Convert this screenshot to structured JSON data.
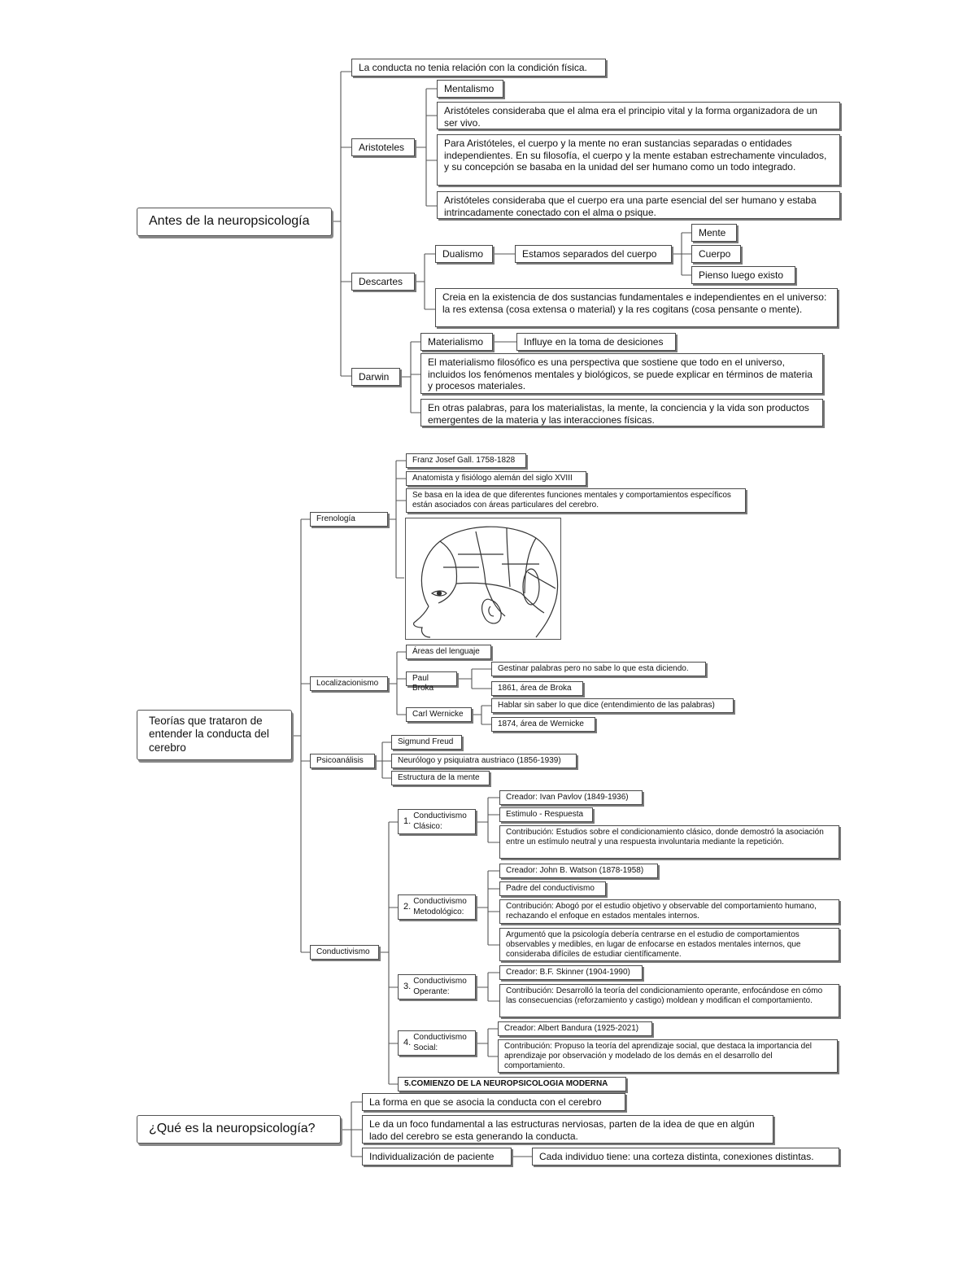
{
  "sections": {
    "antes": {
      "root": "Antes de la neuropsicología",
      "item1": "La conducta no tenia relación con la condición física.",
      "aristoteles": {
        "label": "Aristoteles",
        "mentalismo": "Mentalismo",
        "n1": "Aristóteles consideraba que el alma era el principio vital y la forma organizadora de un ser vivo.",
        "n2": "Para Aristóteles, el cuerpo y la mente no eran sustancias separadas o entidades independientes. En su filosofía, el cuerpo y la mente estaban estrechamente vinculados, y su concepción se basaba en la unidad del ser humano como un todo integrado.",
        "n3": "Aristóteles consideraba que el cuerpo era una parte esencial del ser humano y estaba intrincadamente conectado con el alma o psique."
      },
      "descartes": {
        "label": "Descartes",
        "dualismo": "Dualismo",
        "separados": "Estamos separados del cuerpo",
        "mente": "Mente",
        "cuerpo": "Cuerpo",
        "pienso": "Pienso luego existo",
        "n1": "Creia en la existencia de dos sustancias fundamentales e independientes en el universo: la res extensa (cosa extensa o material) y la res cogitans (cosa pensante o mente)."
      },
      "darwin": {
        "label": "Darwin",
        "materialismo": "Materialismo",
        "influye": "Influye en la toma de desiciones",
        "n1": "El materialismo filosófico es una perspectiva que sostiene que todo en el universo, incluidos los fenómenos mentales y biológicos, se puede explicar en términos de materia y procesos materiales.",
        "n2": "En otras palabras, para los materialistas, la mente, la conciencia y la vida son productos emergentes de la materia y las interacciones físicas."
      }
    },
    "teorias": {
      "root": "Teorías que trataron de entender la conducta del cerebro",
      "frenologia": {
        "label": "Frenología",
        "gall": "Franz Josef Gall. 1758-1828",
        "anatomista": "Anatomista y fisiólogo alemán del siglo XVIII",
        "idea": "Se basa en la idea de que diferentes funciones mentales y comportamientos específicos están asociados con áreas particulares del cerebro."
      },
      "localizacionismo": {
        "label": "Localizacionismo",
        "areas": "Áreas del lenguaje",
        "broka": "Paul Broka",
        "broka_1": "Gestinar palabras pero no sabe lo que esta diciendo.",
        "broka_2": "1861, área de Broka",
        "wernicke": "Carl Wernicke",
        "wernicke_1": "Hablar sin saber lo que dice (entendimiento de las palabras)",
        "wernicke_2": "1874, área de Wernicke"
      },
      "psicoanalisis": {
        "label": "Psicoanálisis",
        "freud": "Sigmund Freud",
        "neurologo": "Neurólogo y psiquiatra austriaco (1856-1939)",
        "estructura": "Estructura de la mente"
      },
      "conductivismo": {
        "label": "Conductivismo",
        "c1": {
          "num": "1.",
          "label": "Conductivismo Clásico:",
          "a": "Creador: Ivan Pavlov (1849-1936)",
          "b": "Estimulo - Respuesta",
          "c": "Contribución: Estudios sobre el condicionamiento clásico, donde demostró la asociación entre un estímulo neutral y una respuesta involuntaria mediante la repetición."
        },
        "c2": {
          "num": "2.",
          "label": "Conductivismo Metodológico:",
          "a": "Creador: John B. Watson (1878-1958)",
          "b": "Padre del conductivismo",
          "c": "Contribución: Abogó por el estudio objetivo y observable del comportamiento humano, rechazando el enfoque en estados mentales internos.",
          "d": "Argumentó que la psicología debería centrarse en el estudio de comportamientos observables y medibles, en lugar de enfocarse en estados mentales internos, que consideraba difíciles de estudiar científicamente."
        },
        "c3": {
          "num": "3.",
          "label": "Conductivismo Operante:",
          "a": "Creador: B.F. Skinner (1904-1990)",
          "b": "Contribución: Desarrolló la teoría del condicionamiento operante, enfocándose en cómo las consecuencias (reforzamiento y castigo) moldean y modifican el comportamiento."
        },
        "c4": {
          "num": "4.",
          "label": "Conductivismo Social:",
          "a": "Creador: Albert Bandura (1925-2021)",
          "b": "Contribución: Propuso la teoría del aprendizaje social, que destaca la importancia del aprendizaje por observación y modelado de los demás en el desarrollo del comportamiento."
        },
        "c5": "5.COMIENZO DE LA NEUROPSICOLOGIA MODERNA"
      }
    },
    "que_es": {
      "root": "¿Qué es la neuropsicología?",
      "a": "La forma en que se asocia la conducta con el cerebro",
      "b": "Le da un foco fundamental a las estructuras nerviosas, parten de la idea de que en algún lado del cerebro se esta generando la conducta.",
      "c": "Individualización de paciente",
      "d": "Cada individuo tiene: una corteza distinta, conexiones distintas."
    }
  },
  "colors": {
    "line": "#555555",
    "border": "#4a4a4a",
    "shadow": "#7a7a7a"
  },
  "image": {
    "name": "phrenology-head-illustration"
  }
}
